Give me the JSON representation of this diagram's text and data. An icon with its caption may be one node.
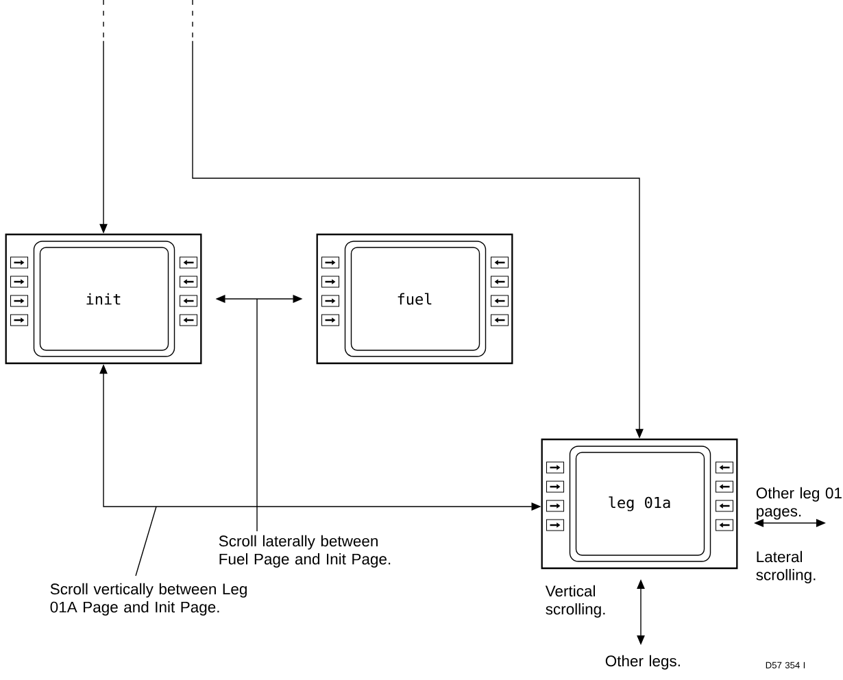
{
  "diagram": {
    "nodes": [
      {
        "text": [
          "init"
        ]
      },
      {
        "text": [
          "fuel"
        ]
      },
      {
        "text": [
          "leg 01a"
        ]
      },
      {
        "text": [
          "Scroll laterally between Fuel Page and Init Page."
        ]
      },
      {
        "text": [
          "Scroll vertically between Leg 01A Page and Init Page."
        ]
      }
    ],
    "edges": [
      {
        "from": null,
        "to": 0,
        "arrow": "to",
        "style": "dashed"
      },
      {
        "from": null,
        "to": 2,
        "arrow": "to",
        "style": "dashed"
      },
      {
        "from": 0,
        "to": 1,
        "arrow": "both"
      },
      {
        "from": 0,
        "to": 2,
        "arrow": "both"
      },
      {
        "from": 3,
        "to": null,
        "arrow": "none"
      },
      {
        "from": 4,
        "to": null,
        "arrow": "none"
      }
    ],
    "labels": [
      "Other leg 01 pages.",
      "Lateral scrolling.",
      "Vertical scrolling.",
      "Other legs.",
      "D57 354 I"
    ]
  }
}
